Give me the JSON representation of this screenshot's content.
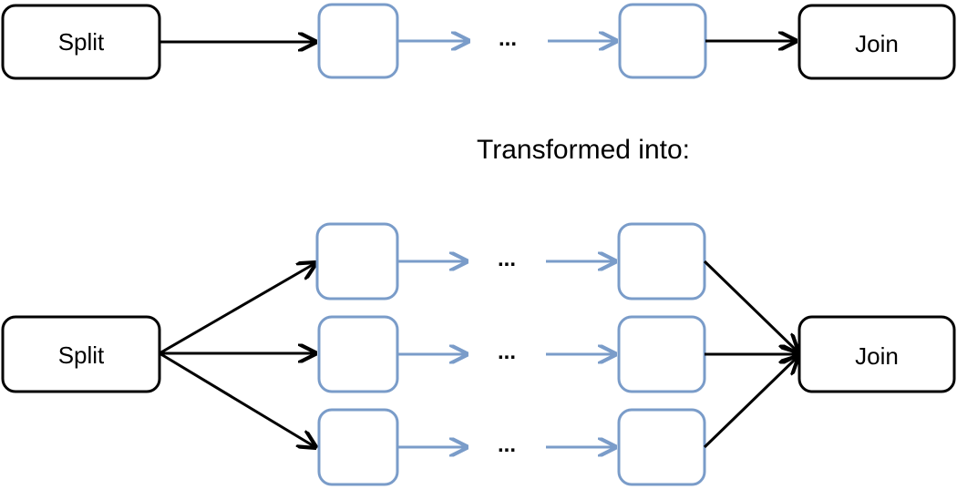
{
  "top": {
    "split_label": "Split",
    "join_label": "Join",
    "ellipsis": "..."
  },
  "caption": "Transformed into:",
  "bottom": {
    "split_label": "Split",
    "join_label": "Join",
    "rows": [
      {
        "ellipsis": "..."
      },
      {
        "ellipsis": "..."
      },
      {
        "ellipsis": "..."
      }
    ]
  },
  "colors": {
    "primary_stroke": "#000000",
    "stage_stroke": "#7a9cc9"
  }
}
